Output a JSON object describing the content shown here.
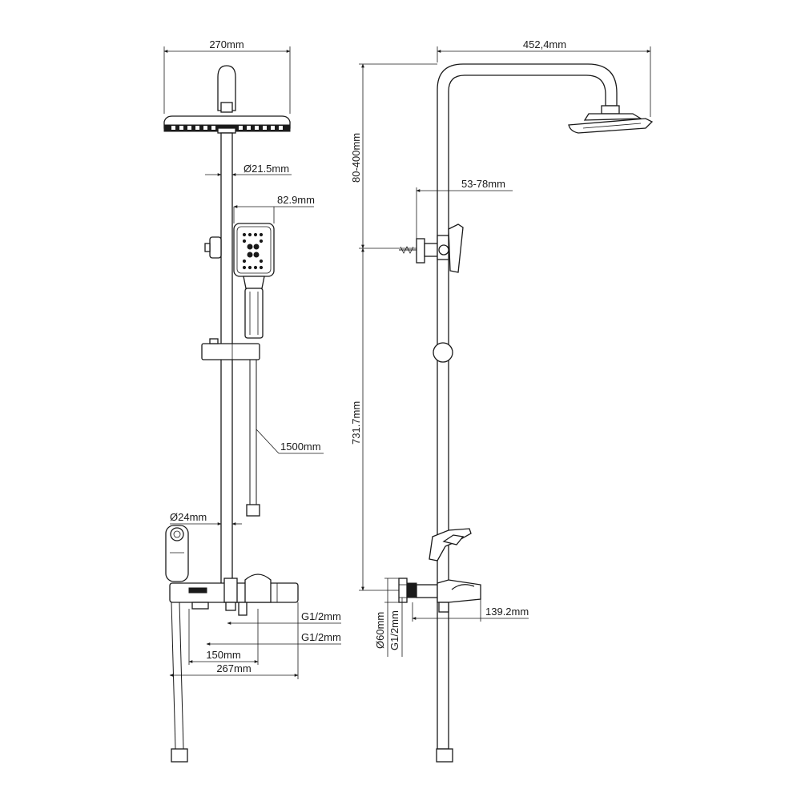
{
  "drawing": {
    "line_color": "#1a1a1a",
    "background": "#ffffff",
    "front_view": {
      "dim_head_width": "270mm",
      "dim_pipe_diameter_top": "Ø21.5mm",
      "dim_hand_shower_width": "82.9mm",
      "dim_hose_length": "1500mm",
      "dim_pipe_diameter_bottom": "Ø24mm",
      "dim_inlet_thread_1": "G1/2mm",
      "dim_inlet_thread_2": "G1/2mm",
      "dim_inlet_spacing": "150mm",
      "dim_mixer_width": "267mm"
    },
    "side_view": {
      "dim_arm_reach": "452,4mm",
      "dim_bracket_range": "53-78mm",
      "dim_upper_height": "80-400mm",
      "dim_lower_height": "731.7mm",
      "dim_spout_projection": "139.2mm",
      "dim_escutcheon_diameter": "Ø60mm",
      "dim_side_thread": "G1/2mm"
    }
  }
}
